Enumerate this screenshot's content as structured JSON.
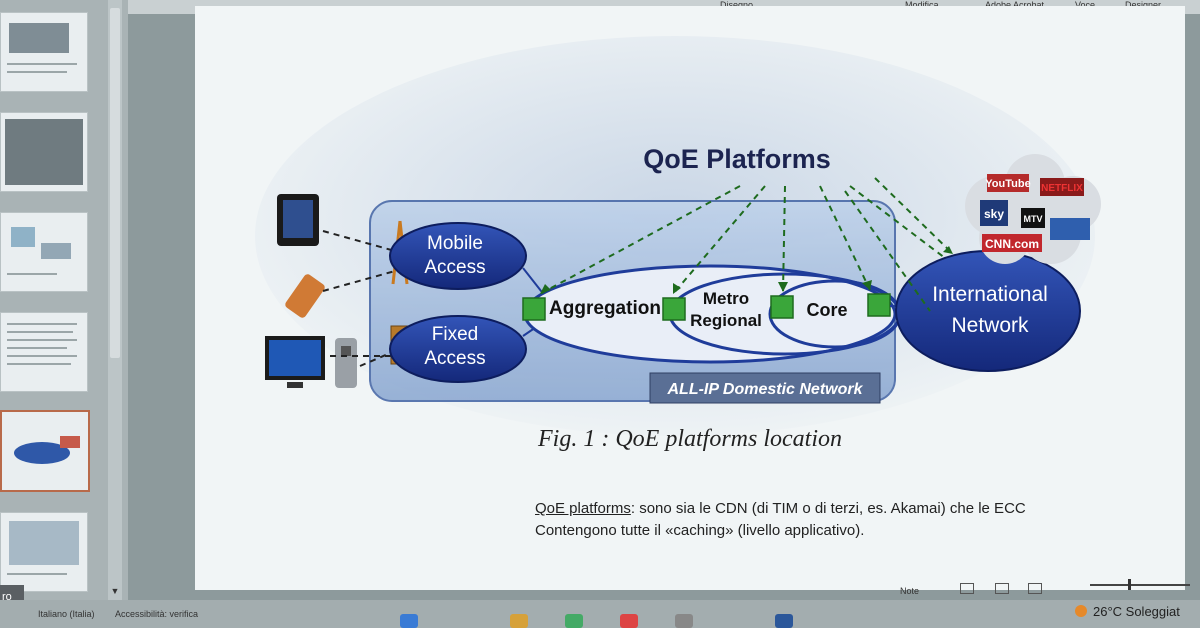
{
  "ribbon": {
    "items": [
      "Disegno",
      "Modifica",
      "Adobe Acrobat",
      "Voce",
      "Designer"
    ]
  },
  "slide": {
    "diagram": {
      "title": "QoE Platforms",
      "mobile_access": [
        "Mobile",
        "Access"
      ],
      "fixed_access": [
        "Fixed",
        "Access"
      ],
      "aggregation": "Aggregation",
      "metro_regional": [
        "Metro",
        "Regional"
      ],
      "core": "Core",
      "international_network": [
        "International",
        "Network"
      ],
      "all_ip_label": "ALL-IP Domestic Network",
      "cloud_logos": [
        "YouTube",
        "NETFLIX",
        "sky",
        "MTV",
        "CNN.com"
      ],
      "caption": "Fig. 1 : QoE platforms location"
    },
    "text": {
      "line1_prefix": "QoE platforms",
      "line1_rest": ": sono sia le CDN (di TIM o di terzi, es. Akamai) che le ECC",
      "line2": "Contengono tutte il «caching» (livello applicativo)."
    }
  },
  "thumbnails": {
    "selected_index": 4,
    "slide_number_label": "ro"
  },
  "statusbar": {
    "language": "Italiano (Italia)",
    "accessibility": "Accessibilità: verifica",
    "notes": "Note",
    "weather": "26°C Soleggiat"
  },
  "colors": {
    "diagram_blue": "#1f3c9a",
    "node_green": "#3aa63a",
    "thumb_selected": "#b86a4a"
  }
}
